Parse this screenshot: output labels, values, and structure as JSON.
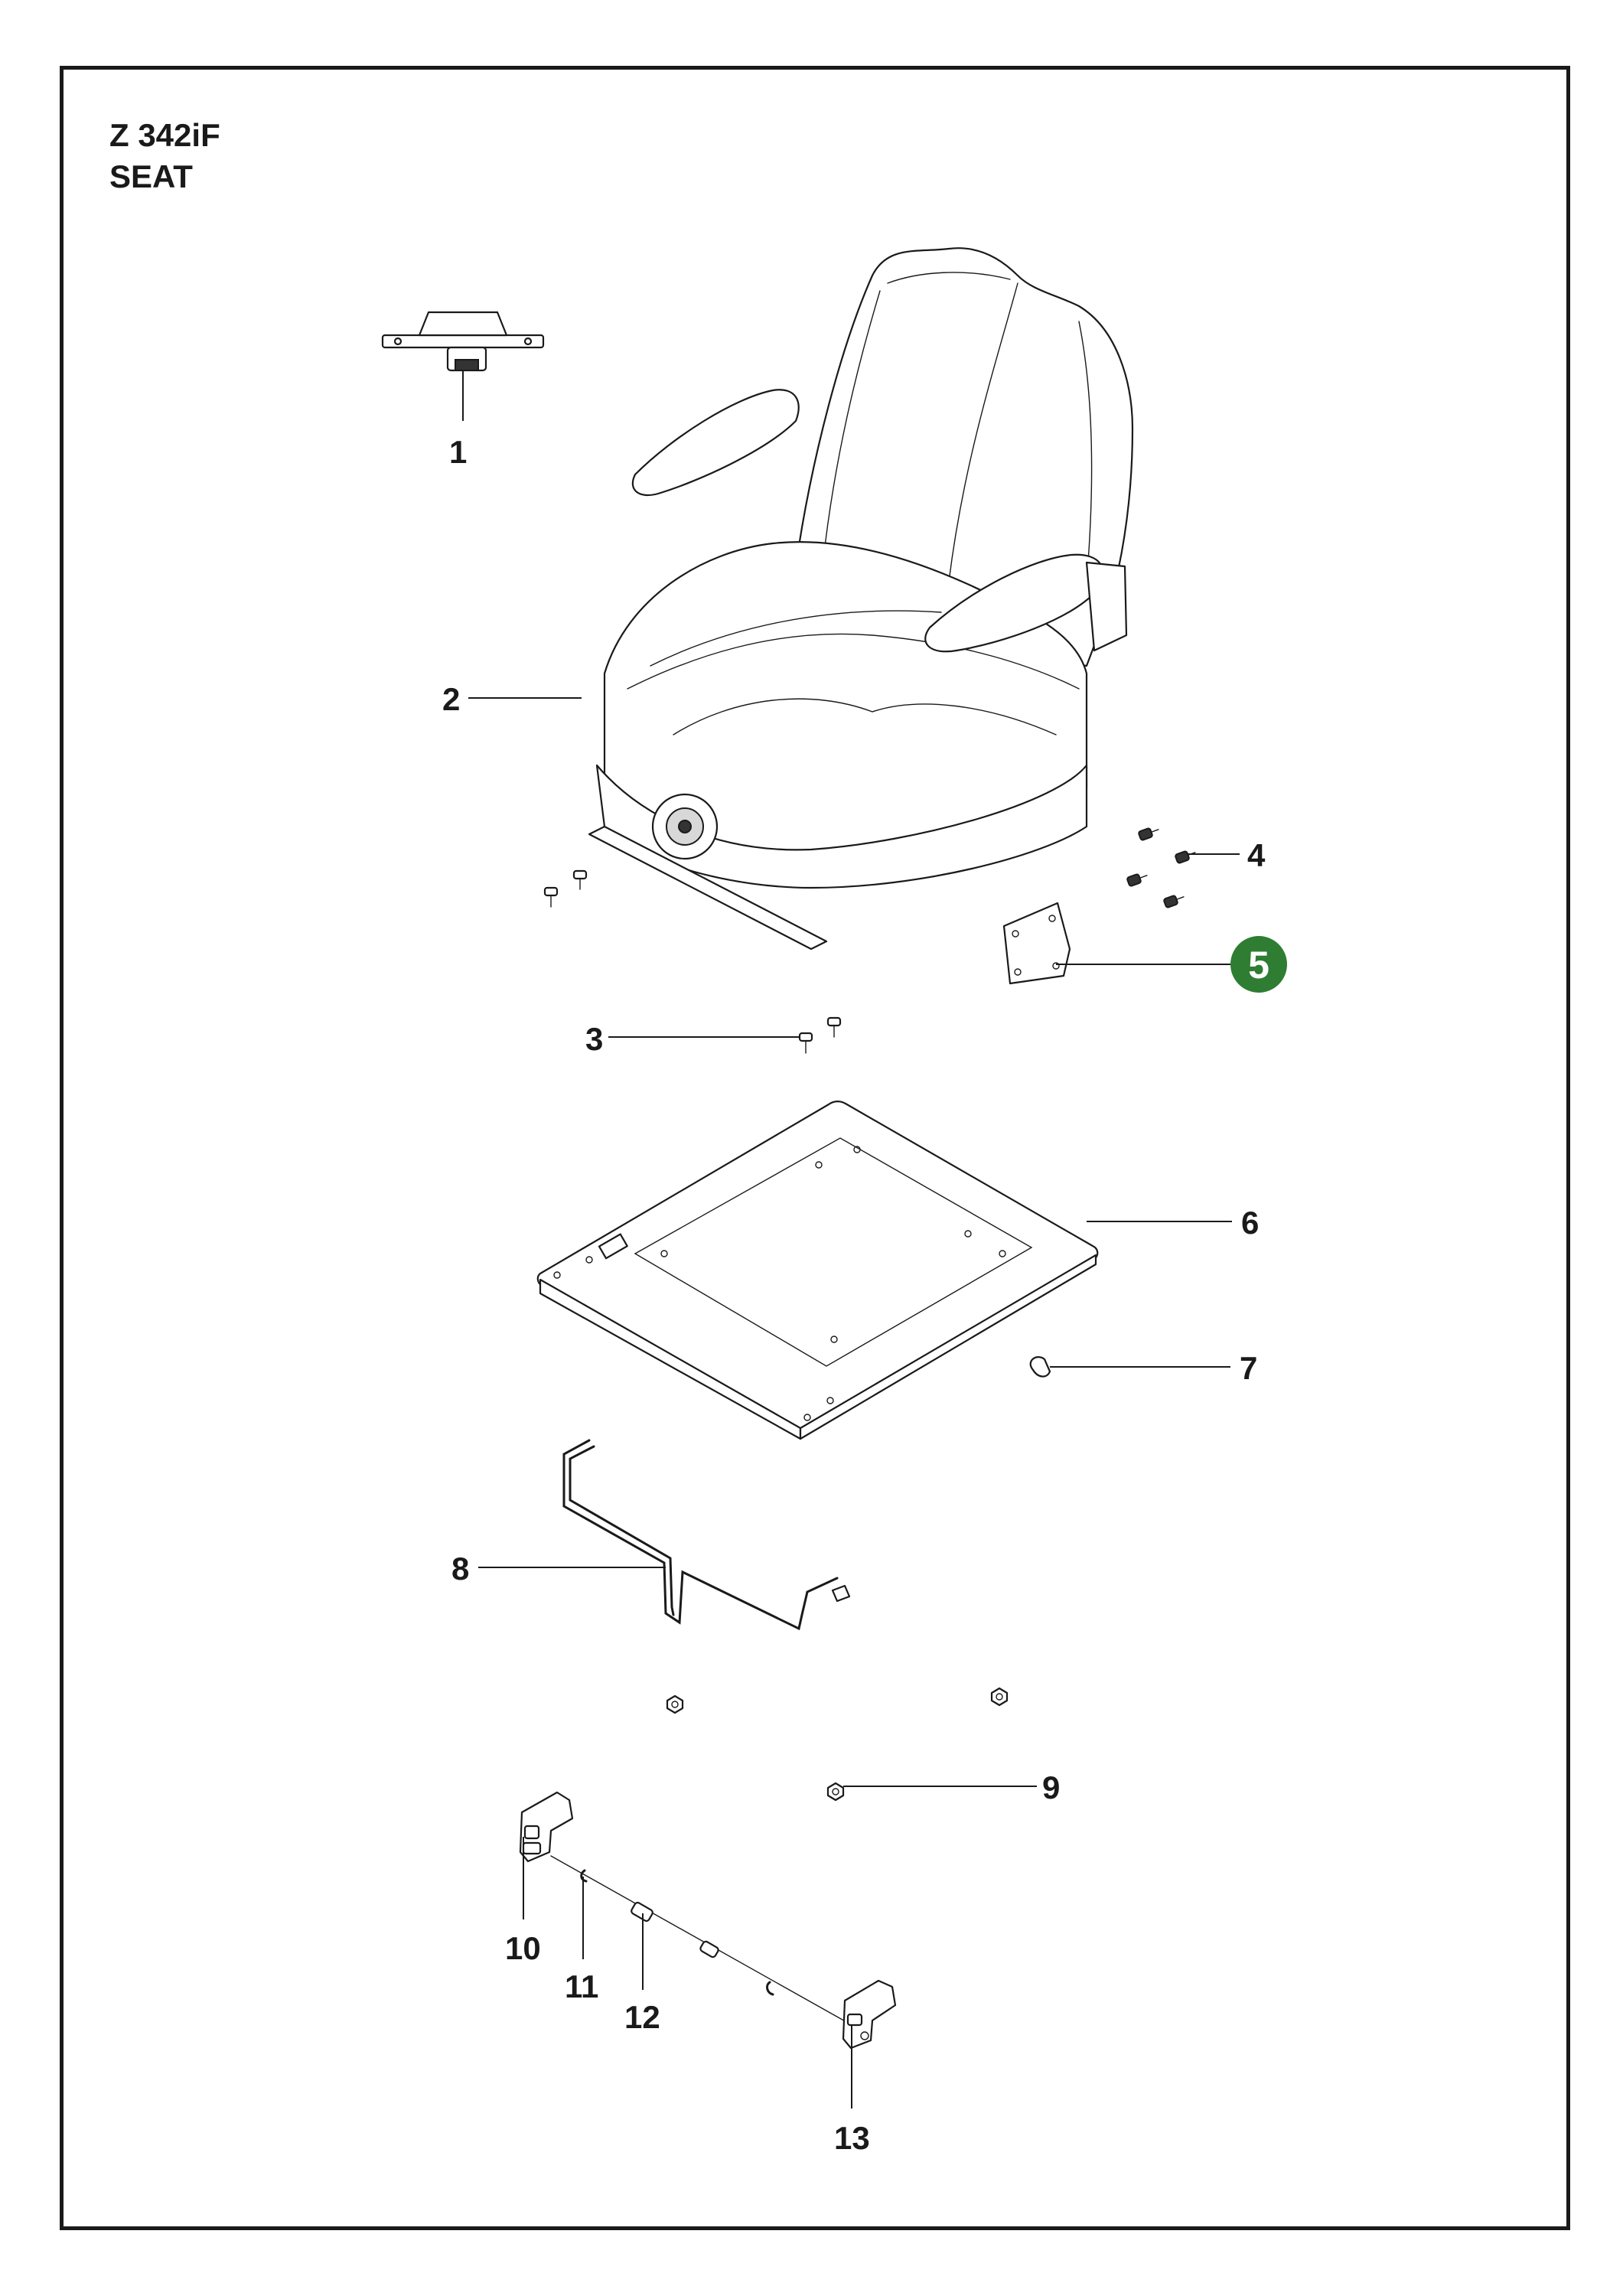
{
  "title": {
    "model": "Z 342iF",
    "section": "SEAT"
  },
  "highlight_color": "#2e7d32",
  "callouts": [
    {
      "label": "1"
    },
    {
      "label": "2"
    },
    {
      "label": "3"
    },
    {
      "label": "4"
    },
    {
      "label": "5",
      "highlighted": true
    },
    {
      "label": "6"
    },
    {
      "label": "7"
    },
    {
      "label": "8"
    },
    {
      "label": "9"
    },
    {
      "label": "10"
    },
    {
      "label": "11"
    },
    {
      "label": "12"
    },
    {
      "label": "13"
    }
  ]
}
